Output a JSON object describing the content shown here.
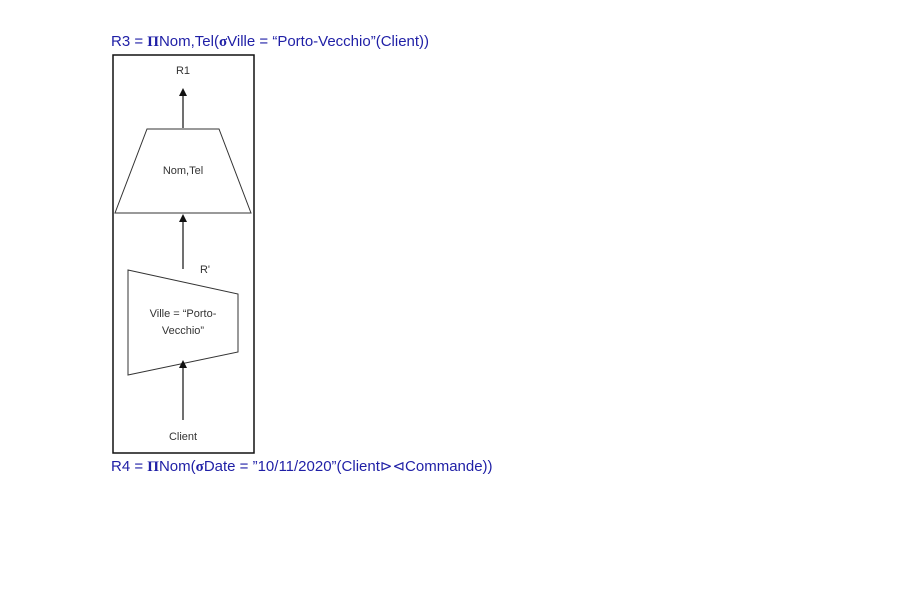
{
  "r3": {
    "label": "R3",
    "eq": " = ",
    "pi_symbol": "Π",
    "attrs": "Nom,Tel(",
    "sigma_symbol": "σ",
    "condition": "Ville = “Porto-Vecchio”(Client))"
  },
  "r4": {
    "label": "R4",
    "eq": " = ",
    "pi_symbol": "Π",
    "attrs": "Nom(",
    "sigma_symbol": "σ",
    "condition": "Date = ”10/11/2020”(Client⊳⊲Commande))"
  },
  "diagram": {
    "result_label": "R1",
    "projection_label": "Nom,Tel",
    "intermediate_label": "R'",
    "selection_line1": "Ville = “Porto-",
    "selection_line2": "Vecchio”",
    "source_label": "Client"
  }
}
